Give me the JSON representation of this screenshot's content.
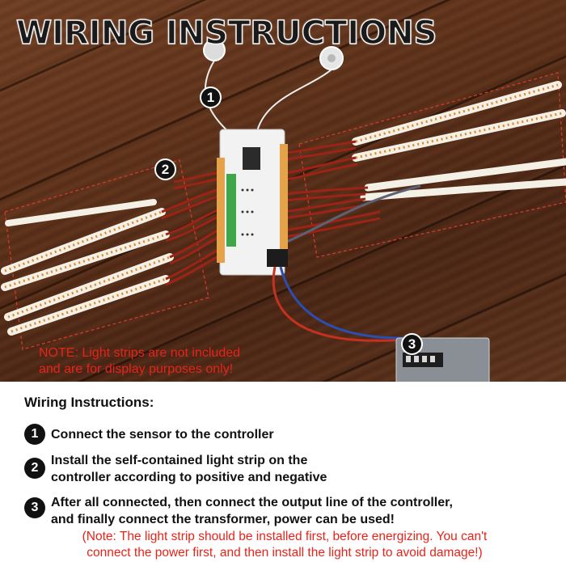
{
  "title": "WIRING INSTRUCTIONS",
  "photo_badges": [
    "1",
    "2",
    "3"
  ],
  "note": {
    "line1": "NOTE: Light strips are not included",
    "line2": "and are for display purposes only!"
  },
  "instructions": {
    "heading": "Wiring Instructions:",
    "steps": [
      {
        "num": "1",
        "line1": "Connect the sensor to the controller",
        "line2": ""
      },
      {
        "num": "2",
        "line1": "Install the self-contained light strip on the",
        "line2": "controller according to positive and negative"
      },
      {
        "num": "3",
        "line1": "After all connected, then connect the output line of the controller,",
        "line2": "and finally connect the transformer, power can be used!"
      }
    ],
    "footnote_line1": "(Note: The light strip should be installed first, before energizing. You can't",
    "footnote_line2": "connect the power first, and then install the light strip to avoid damage!)"
  },
  "colors": {
    "note_red": "#e8231a",
    "badge_bg": "#111111",
    "floor_brown": "#5a2f18",
    "wire_red": "#b02a1c",
    "wire_blue": "#2a4fb0"
  }
}
